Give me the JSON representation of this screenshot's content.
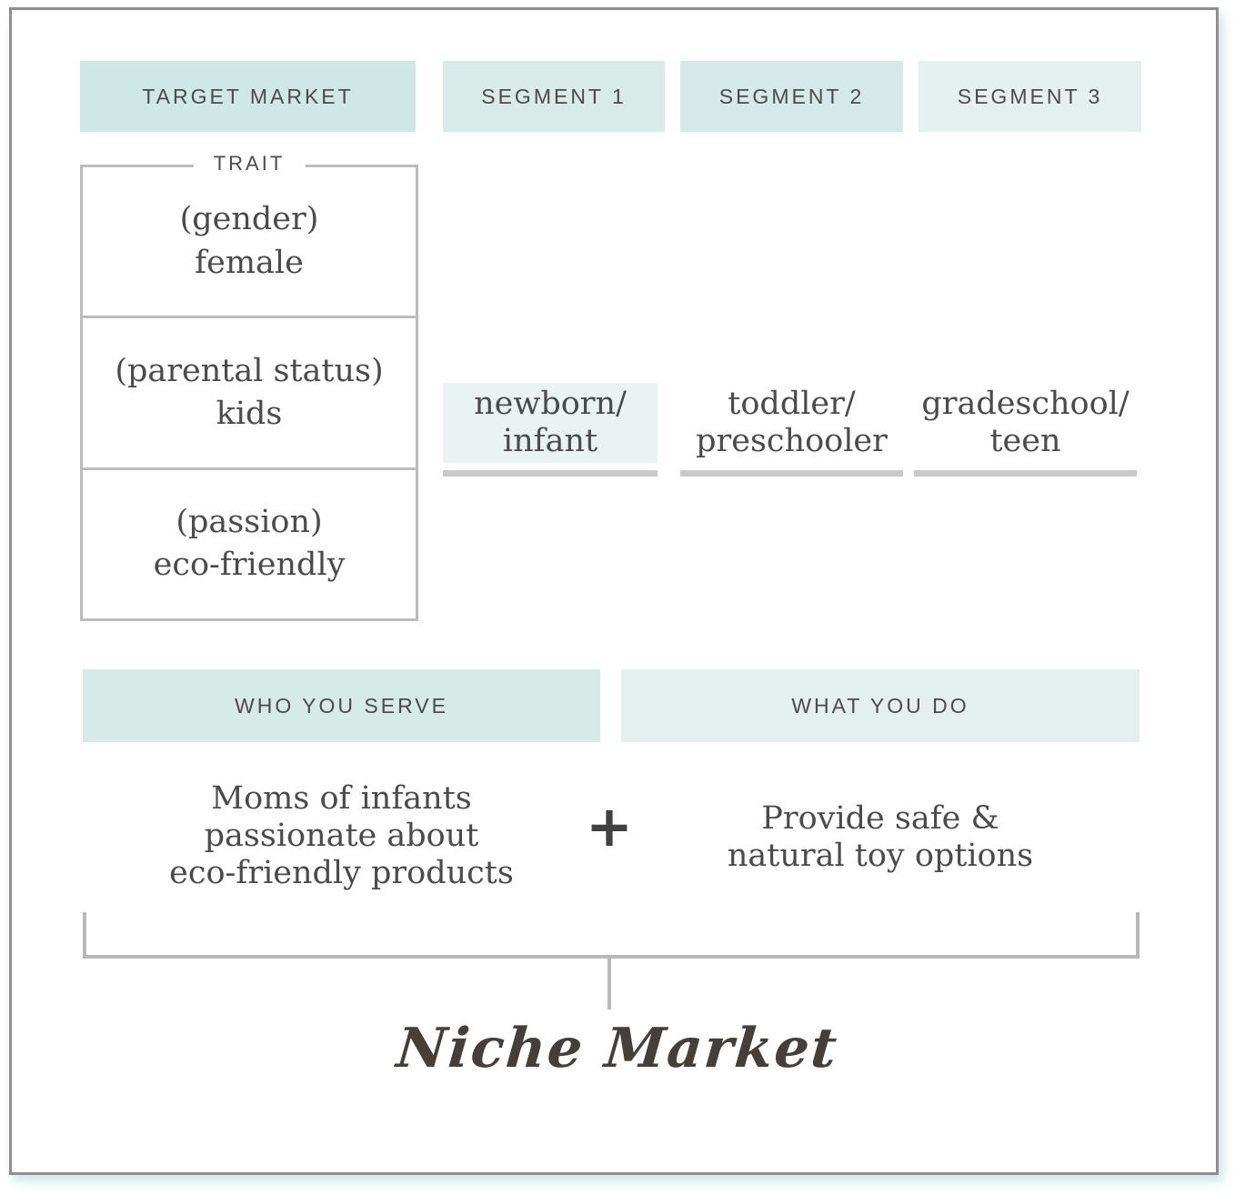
{
  "colors": {
    "mint_dark": "#cfe7e5",
    "mint_mid": "#d6eae8",
    "mint_light": "#e4f1ef",
    "highlight": "#e8f3f2",
    "box_border": "#bcbcbc",
    "underline_gray": "#c9c9c9",
    "bracket_gray": "#b8b8b8",
    "card_border": "#8f8f8f",
    "text_dark": "#4b4b4b",
    "script_color": "#453f3c"
  },
  "header_row": {
    "target_label": "TARGET MARKET",
    "segment_labels": [
      "SEGMENT 1",
      "SEGMENT 2",
      "SEGMENT 3"
    ]
  },
  "trait_box": {
    "legend": "TRAIT",
    "rows": [
      {
        "label": "(gender)",
        "value": "female"
      },
      {
        "label": "(parental status)",
        "value": "kids"
      },
      {
        "label": "(passion)",
        "value": "eco-friendly"
      }
    ]
  },
  "segment_values": [
    {
      "lines": [
        "newborn/",
        "infant"
      ],
      "highlighted": true
    },
    {
      "lines": [
        "toddler/",
        "preschooler"
      ],
      "highlighted": false
    },
    {
      "lines": [
        "gradeschool/",
        "teen"
      ],
      "highlighted": false
    }
  ],
  "formula": {
    "who_header": "WHO YOU SERVE",
    "who_lines": [
      "Moms of infants",
      "passionate about",
      "eco-friendly products"
    ],
    "plus": "+",
    "what_header": "WHAT YOU DO",
    "what_lines": [
      "Provide safe &",
      "natural toy options"
    ],
    "result_label": "Niche Market"
  }
}
